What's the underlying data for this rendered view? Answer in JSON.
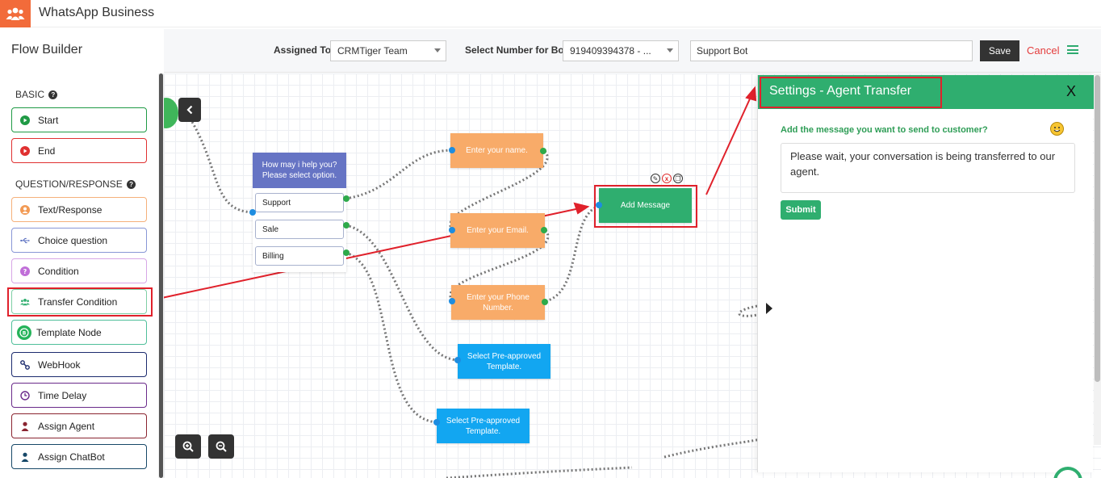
{
  "app": {
    "title": "WhatsApp Business"
  },
  "header": {
    "title": "Flow Builder",
    "assigned_label": "Assigned To",
    "assigned_value": "CRMTiger Team",
    "number_label": "Select Number for Bot",
    "number_value": "919409394378 - ...",
    "bot_name": "Support Bot",
    "save_label": "Save",
    "cancel_label": "Cancel"
  },
  "sidebar": {
    "basic_title": "BASIC",
    "qr_title": "QUESTION/RESPONSE",
    "basic_items": [
      {
        "label": "Start",
        "icon": "play-icon",
        "color": "#1f9a45"
      },
      {
        "label": "End",
        "icon": "stop-icon",
        "color": "#e03030"
      }
    ],
    "qr_items": [
      {
        "label": "Text/Response",
        "icon": "user-icon",
        "color": "#f29a54"
      },
      {
        "label": "Choice question",
        "icon": "usb-icon",
        "color": "#5a6fc0"
      },
      {
        "label": "Condition",
        "icon": "question-icon",
        "color": "#c06fd8"
      },
      {
        "label": "Transfer Condition",
        "icon": "users-icon",
        "color": "#2fae6f"
      },
      {
        "label": "Template Node",
        "icon": "whatsapp-icon",
        "color": "#25b35a"
      },
      {
        "label": "WebHook",
        "icon": "link-icon",
        "color": "#1c2b6e"
      },
      {
        "label": "Time Delay",
        "icon": "clock-icon",
        "color": "#6a2a8a"
      },
      {
        "label": "Assign Agent",
        "icon": "person-icon",
        "color": "#8a2430"
      },
      {
        "label": "Assign ChatBot",
        "icon": "person-icon",
        "color": "#174868"
      }
    ]
  },
  "canvas": {
    "question_node": {
      "header": "How may i help you? Please select option.",
      "options": [
        "Support",
        "Sale",
        "Billing"
      ]
    },
    "nodes": {
      "name": "Enter your name.",
      "email": "Enter your Email.",
      "phone": "Enter your Phone Number.",
      "template1": "Select Pre-approved Template.",
      "template2": "Select Pre-approved Template.",
      "add_message": "Add Message"
    }
  },
  "panel": {
    "title": "Settings - Agent Transfer",
    "close_label": "X",
    "label": "Add the message you want to send to customer?",
    "message": "Please wait, your conversation is being transferred to our agent.",
    "submit_label": "Submit"
  },
  "colors": {
    "brand": "#f26b3a",
    "accent": "#2fae6f",
    "annotation": "#e0212b"
  }
}
